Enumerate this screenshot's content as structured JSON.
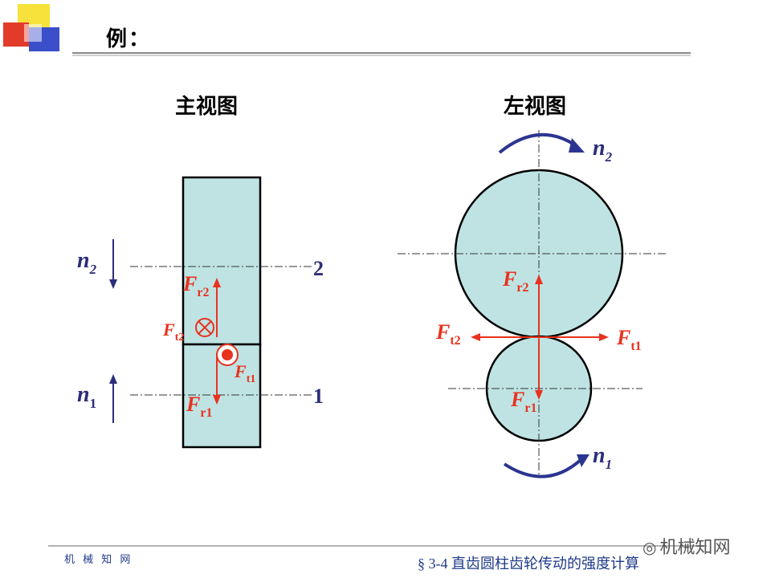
{
  "slide": {
    "title": "例：",
    "main_view_title": "主视图",
    "left_view_title": "左视图",
    "footer_left": "机 械 知 网",
    "footer_right": "§ 3-4  直齿圆柱齿轮传动的强度计算",
    "watermark": "机械知网"
  },
  "main_view": {
    "n2": {
      "base": "n",
      "sub": "2"
    },
    "n1": {
      "base": "n",
      "sub": "1"
    },
    "gear2_number": "2",
    "gear1_number": "1",
    "forces": {
      "Fr2": {
        "base": "F",
        "sub": "r2"
      },
      "Fr1": {
        "base": "F",
        "sub": "r1"
      },
      "Ft2": {
        "base": "F",
        "sub": "t2"
      },
      "Ft1": {
        "base": "F",
        "sub": "t1"
      }
    }
  },
  "left_view": {
    "n2": {
      "base": "n",
      "sub": "2"
    },
    "n1": {
      "base": "n",
      "sub": "1"
    },
    "forces": {
      "Fr2": {
        "base": "F",
        "sub": "r2"
      },
      "Fr1": {
        "base": "F",
        "sub": "r1"
      },
      "Ft2": {
        "base": "F",
        "sub": "t2"
      },
      "Ft1": {
        "base": "F",
        "sub": "t1"
      }
    }
  },
  "colors": {
    "gear_fill": "#bfe3e3",
    "force_red": "#e8321e",
    "label_blue": "#2b2d7a",
    "arc_blue": "#2b3590",
    "footer_blue": "#1f3a8a"
  }
}
